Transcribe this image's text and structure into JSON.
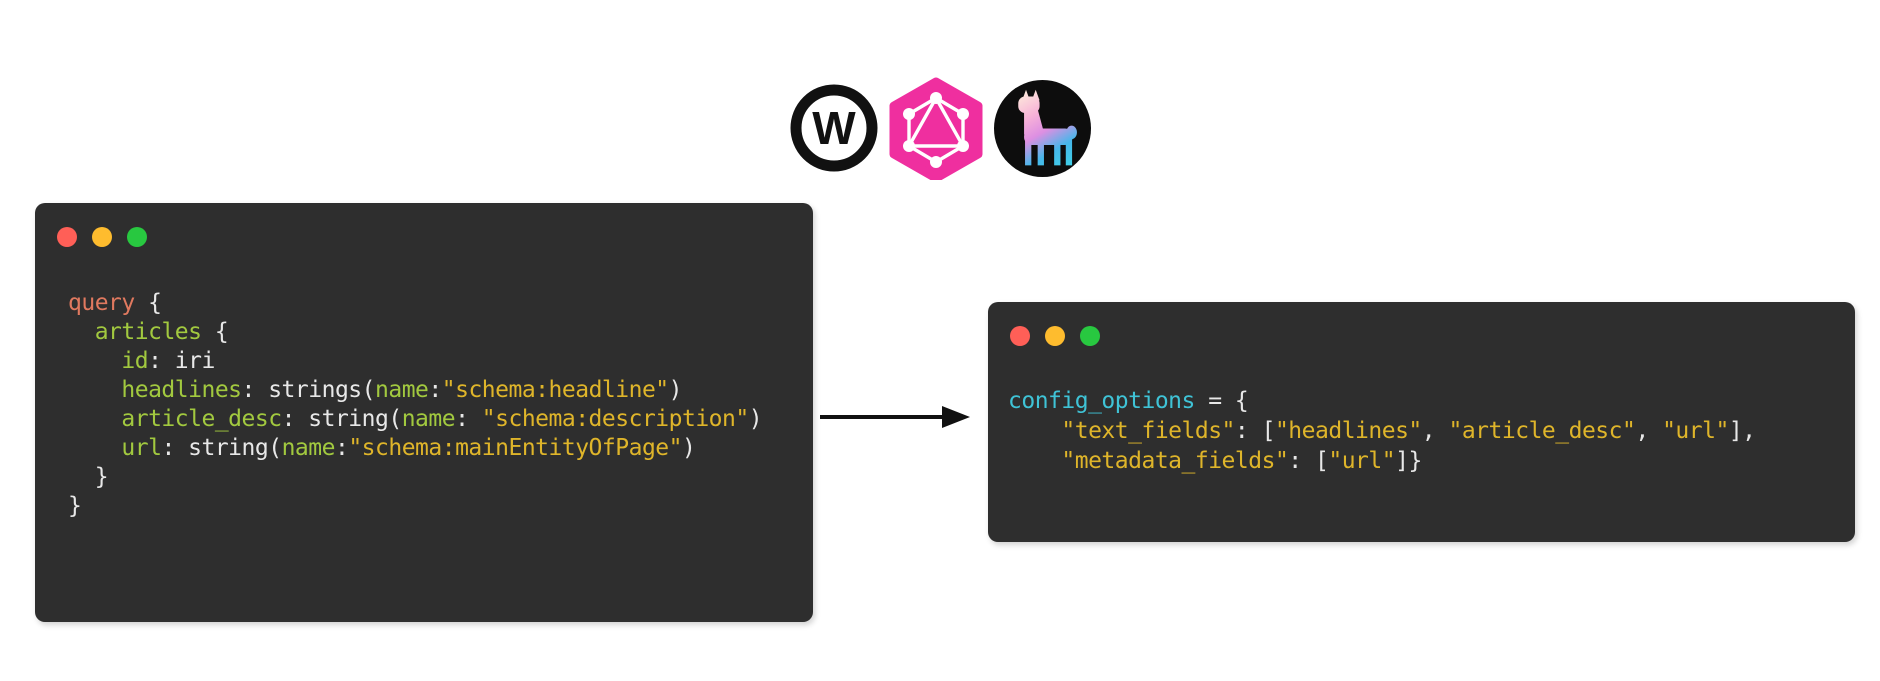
{
  "page": {
    "background": "#ffffff"
  },
  "logo_row": {
    "weaviate": {
      "label": "W",
      "ring_color": "#111111"
    },
    "graphql": {
      "color": "#ef2f9f",
      "mark_color": "#ffffff"
    },
    "llama": {
      "circle_color": "#0d0d0d",
      "gradient": [
        "#fde7db",
        "#f7b1d8",
        "#dd8fe2",
        "#46b7ea",
        "#3ed0e8"
      ]
    }
  },
  "window_controls": {
    "colors": [
      "#ff5f57",
      "#febc2e",
      "#28c840"
    ]
  },
  "syntax_colors": {
    "keyword": "#e0795f",
    "field": "#a2c93f",
    "plain": "#e8e8e8",
    "string": "#dfb52a",
    "var": "#3fc3d6"
  },
  "arrow": {
    "color": "#111111"
  },
  "left_window": {
    "language": "graphql-query",
    "lines": [
      [
        {
          "t": "query",
          "c": "keyword"
        },
        {
          "t": " {",
          "c": "plain"
        }
      ],
      [
        {
          "t": "  ",
          "c": "plain"
        },
        {
          "t": "articles",
          "c": "field"
        },
        {
          "t": " {",
          "c": "plain"
        }
      ],
      [
        {
          "t": "    ",
          "c": "plain"
        },
        {
          "t": "id",
          "c": "field"
        },
        {
          "t": ": iri",
          "c": "plain"
        }
      ],
      [
        {
          "t": "    ",
          "c": "plain"
        },
        {
          "t": "headlines",
          "c": "field"
        },
        {
          "t": ": strings(",
          "c": "plain"
        },
        {
          "t": "name",
          "c": "field"
        },
        {
          "t": ":",
          "c": "plain"
        },
        {
          "t": "\"schema:headline\"",
          "c": "string"
        },
        {
          "t": ")",
          "c": "plain"
        }
      ],
      [
        {
          "t": "    ",
          "c": "plain"
        },
        {
          "t": "article_desc",
          "c": "field"
        },
        {
          "t": ": string(",
          "c": "plain"
        },
        {
          "t": "name",
          "c": "field"
        },
        {
          "t": ": ",
          "c": "plain"
        },
        {
          "t": "\"schema:description\"",
          "c": "string"
        },
        {
          "t": ")",
          "c": "plain"
        }
      ],
      [
        {
          "t": "    ",
          "c": "plain"
        },
        {
          "t": "url",
          "c": "field"
        },
        {
          "t": ": string(",
          "c": "plain"
        },
        {
          "t": "name",
          "c": "field"
        },
        {
          "t": ":",
          "c": "plain"
        },
        {
          "t": "\"schema:mainEntityOfPage\"",
          "c": "string"
        },
        {
          "t": ")",
          "c": "plain"
        }
      ],
      [
        {
          "t": "  }",
          "c": "plain"
        }
      ],
      [
        {
          "t": "}",
          "c": "plain"
        }
      ]
    ]
  },
  "right_window": {
    "language": "python-config",
    "lines": [
      [
        {
          "t": "config_options",
          "c": "var"
        },
        {
          "t": " = {",
          "c": "plain"
        }
      ],
      [
        {
          "t": "    ",
          "c": "plain"
        },
        {
          "t": "\"text_fields\"",
          "c": "string"
        },
        {
          "t": ": [",
          "c": "plain"
        },
        {
          "t": "\"headlines\"",
          "c": "string"
        },
        {
          "t": ", ",
          "c": "plain"
        },
        {
          "t": "\"article_desc\"",
          "c": "string"
        },
        {
          "t": ", ",
          "c": "plain"
        },
        {
          "t": "\"url\"",
          "c": "string"
        },
        {
          "t": "],",
          "c": "plain"
        }
      ],
      [
        {
          "t": "    ",
          "c": "plain"
        },
        {
          "t": "\"metadata_fields\"",
          "c": "string"
        },
        {
          "t": ": [",
          "c": "plain"
        },
        {
          "t": "\"url\"",
          "c": "string"
        },
        {
          "t": "]}",
          "c": "plain"
        }
      ]
    ]
  }
}
